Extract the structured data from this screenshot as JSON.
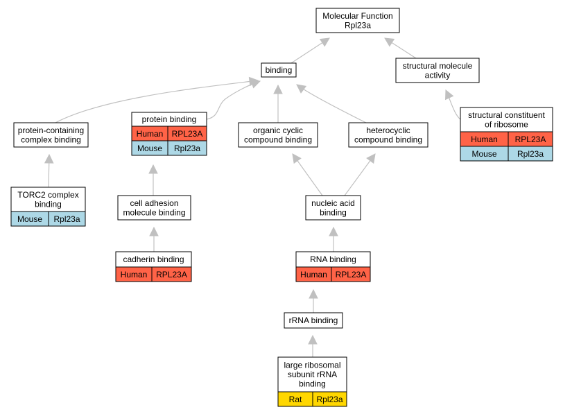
{
  "colors": {
    "Human": "#ff6347",
    "Mouse": "#add8e6",
    "Rat": "#ffd700",
    "edge": "#c0c0c0"
  },
  "nodes": [
    {
      "id": "mf",
      "lines": [
        "Molecular Function",
        "Rpl23a"
      ],
      "rows": []
    },
    {
      "id": "binding",
      "lines": [
        "binding"
      ],
      "rows": []
    },
    {
      "id": "sma",
      "lines": [
        "structural molecule",
        "activity"
      ],
      "rows": []
    },
    {
      "id": "pcb",
      "lines": [
        "protein-containing",
        "complex binding"
      ],
      "rows": []
    },
    {
      "id": "pb",
      "lines": [
        "protein binding"
      ],
      "rows": [
        [
          "Human",
          "RPL23A"
        ],
        [
          "Mouse",
          "Rpl23a"
        ]
      ]
    },
    {
      "id": "occb",
      "lines": [
        "organic cyclic",
        "compound binding"
      ],
      "rows": []
    },
    {
      "id": "hcb",
      "lines": [
        "heterocyclic",
        "compound binding"
      ],
      "rows": []
    },
    {
      "id": "scr",
      "lines": [
        "structural constituent",
        "of ribosome"
      ],
      "rows": [
        [
          "Human",
          "RPL23A"
        ],
        [
          "Mouse",
          "Rpl23a"
        ]
      ]
    },
    {
      "id": "torc2",
      "lines": [
        "TORC2 complex",
        "binding"
      ],
      "rows": [
        [
          "Mouse",
          "Rpl23a"
        ]
      ]
    },
    {
      "id": "camb",
      "lines": [
        "cell adhesion",
        "molecule binding"
      ],
      "rows": []
    },
    {
      "id": "nab",
      "lines": [
        "nucleic acid",
        "binding"
      ],
      "rows": []
    },
    {
      "id": "cadb",
      "lines": [
        "cadherin binding"
      ],
      "rows": [
        [
          "Human",
          "RPL23A"
        ]
      ]
    },
    {
      "id": "rnab",
      "lines": [
        "RNA binding"
      ],
      "rows": [
        [
          "Human",
          "RPL23A"
        ]
      ]
    },
    {
      "id": "rrnab",
      "lines": [
        "rRNA binding"
      ],
      "rows": []
    },
    {
      "id": "lrsrb",
      "lines": [
        "large ribosomal",
        "subunit rRNA",
        "binding"
      ],
      "rows": [
        [
          "Rat",
          "Rpl23a"
        ]
      ]
    }
  ],
  "edges": [
    {
      "from": "binding",
      "to": "mf"
    },
    {
      "from": "sma",
      "to": "mf"
    },
    {
      "from": "pcb",
      "to": "binding"
    },
    {
      "from": "pb",
      "to": "binding"
    },
    {
      "from": "occb",
      "to": "binding"
    },
    {
      "from": "hcb",
      "to": "binding"
    },
    {
      "from": "scr",
      "to": "sma"
    },
    {
      "from": "torc2",
      "to": "pcb"
    },
    {
      "from": "camb",
      "to": "pb"
    },
    {
      "from": "nab",
      "to": "occb"
    },
    {
      "from": "nab",
      "to": "hcb"
    },
    {
      "from": "cadb",
      "to": "camb"
    },
    {
      "from": "rnab",
      "to": "nab"
    },
    {
      "from": "rrnab",
      "to": "rnab"
    },
    {
      "from": "lrsrb",
      "to": "rrnab"
    }
  ]
}
